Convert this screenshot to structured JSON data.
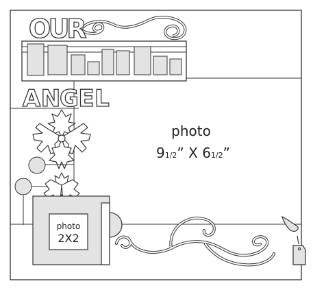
{
  "title_top": {
    "letters": [
      "O",
      "U",
      "R"
    ]
  },
  "title_bottom": {
    "letters": [
      "A",
      "N",
      "G",
      "E",
      "L"
    ]
  },
  "main_photo": {
    "label": "photo",
    "dimensions_prefix": "9",
    "dimensions_frac1": "1/2",
    "dimensions_mid": "” X 6",
    "dimensions_frac2": "1/2",
    "dimensions_suffix": "”"
  },
  "small_photo": {
    "label": "photo",
    "size": "2X2"
  },
  "colors": {
    "stroke": "#333333",
    "fill_gray": "#e3e3e3",
    "paper": "#ffffff"
  }
}
